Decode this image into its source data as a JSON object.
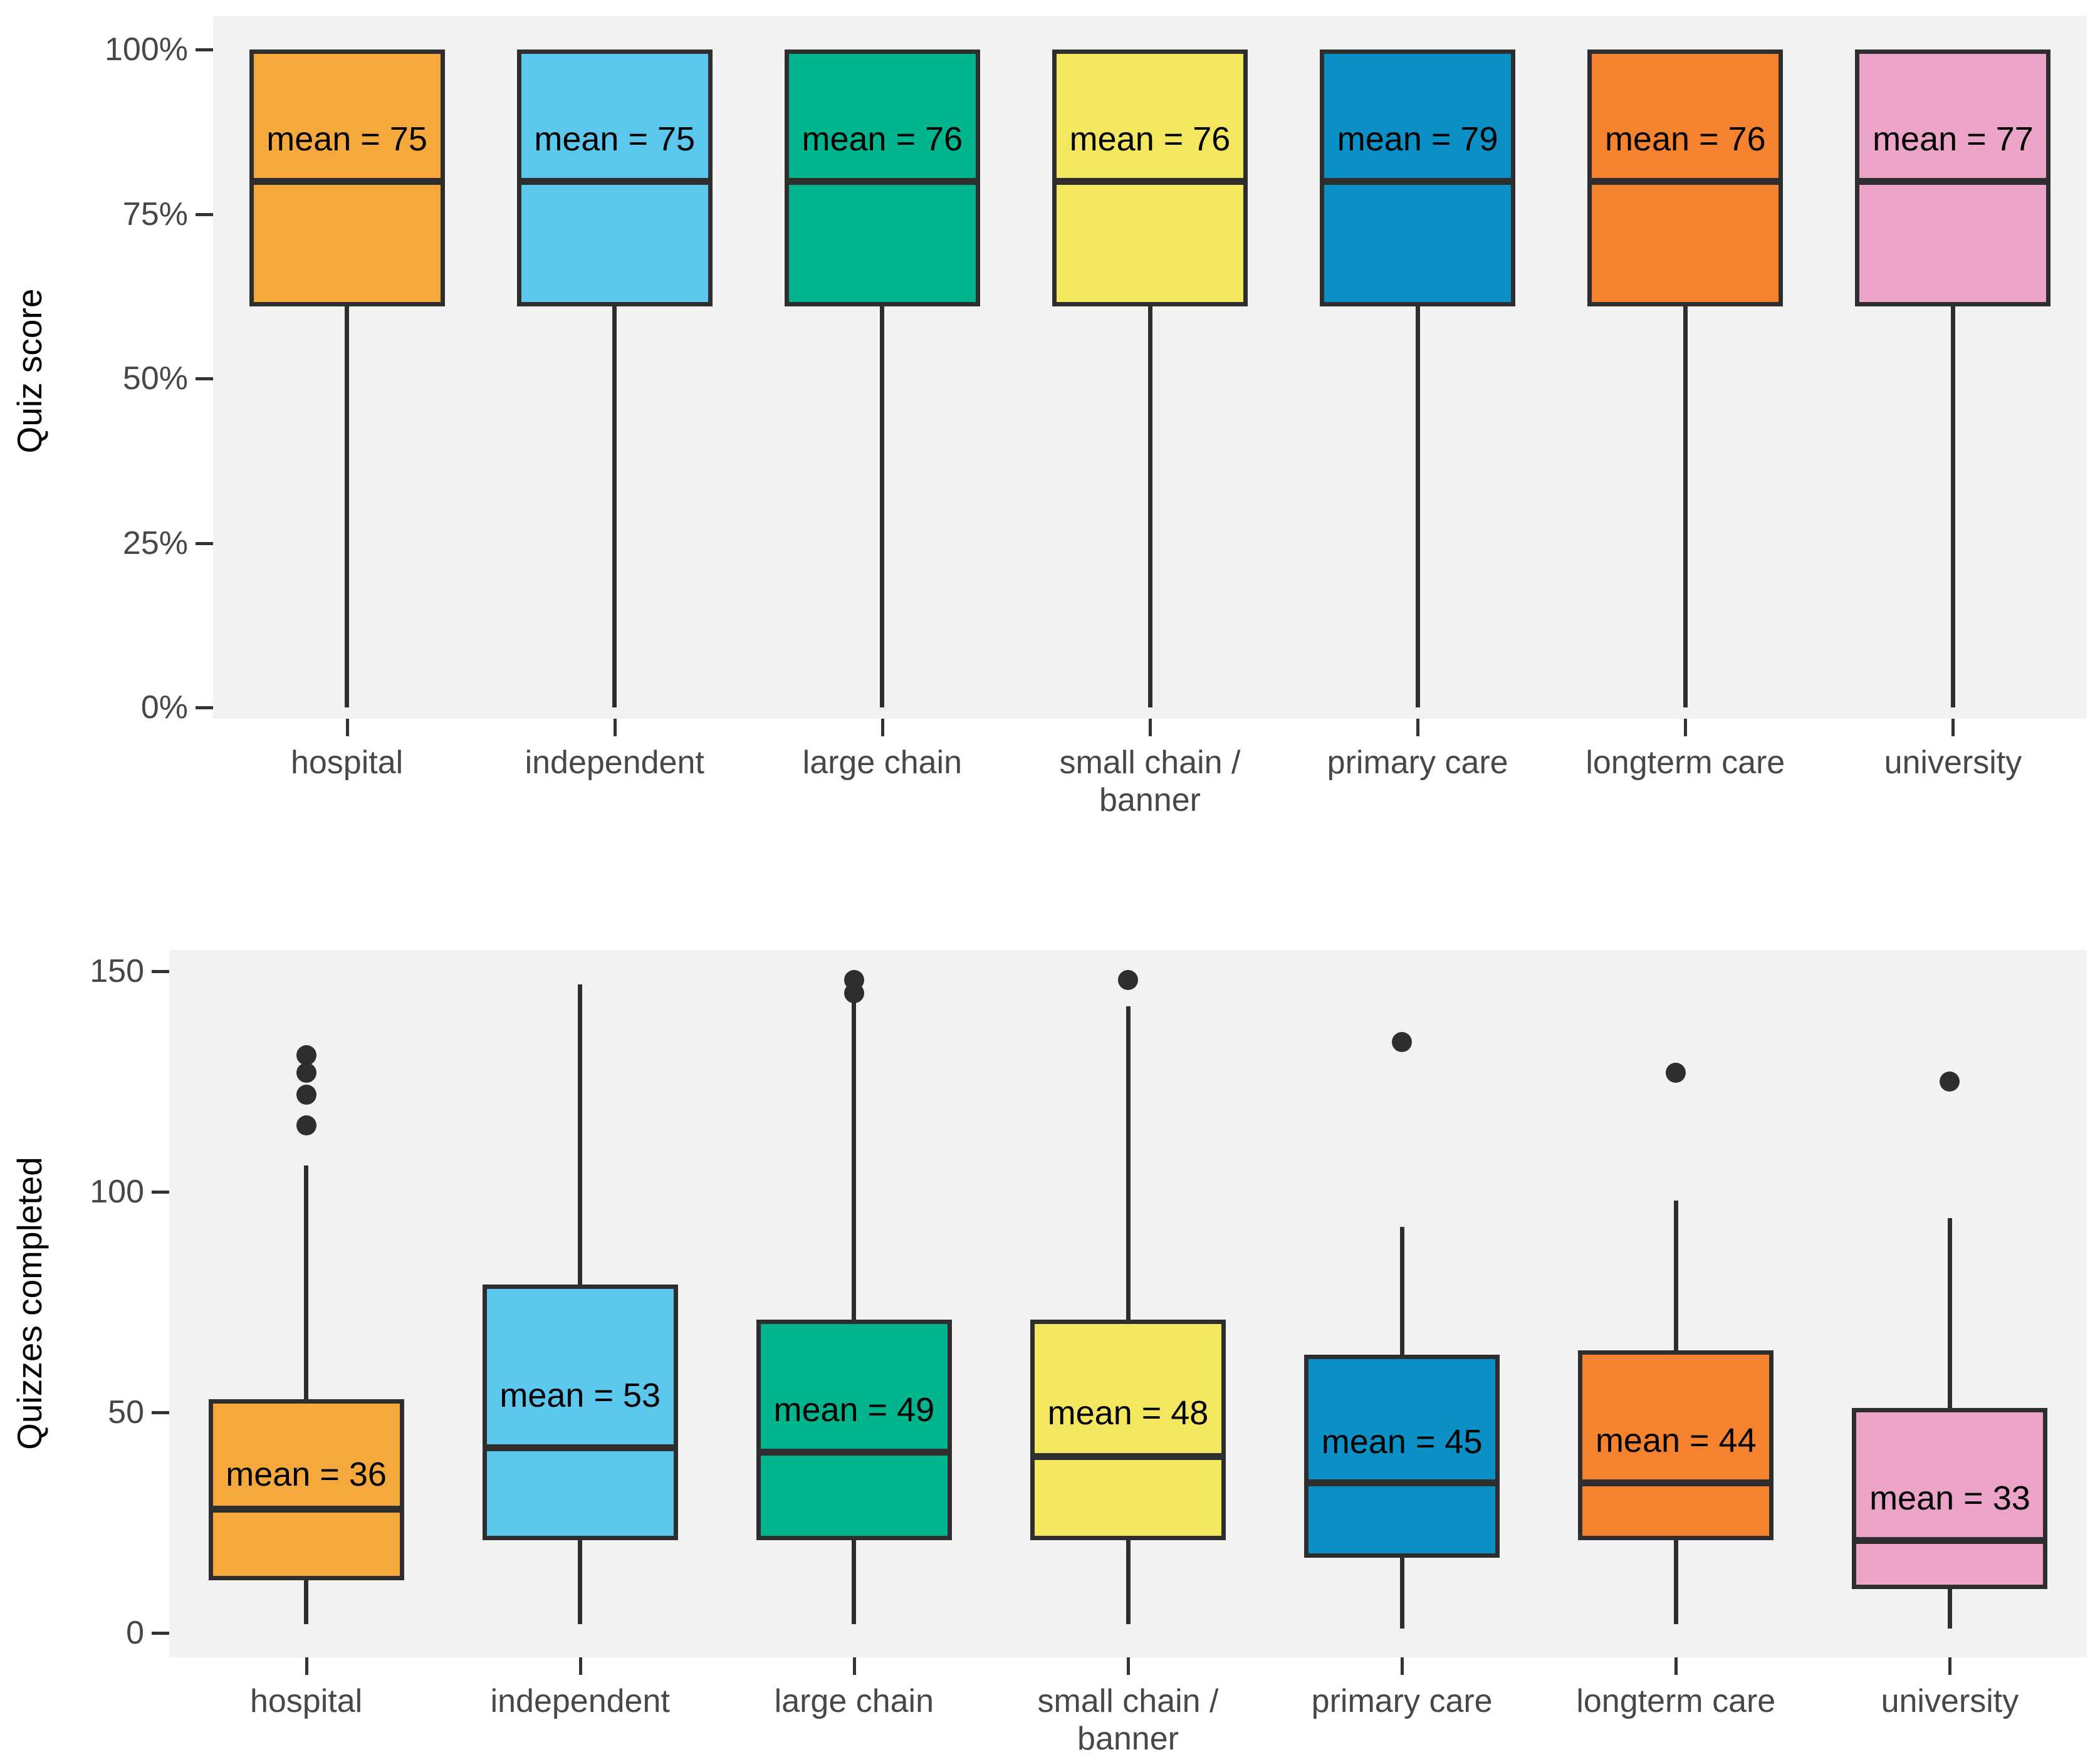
{
  "figure": {
    "background": "#ffffff",
    "panel_background": "#F2F2F2",
    "box_outline_color": "#2E2E2E",
    "axis_text_color": "#474747"
  },
  "chart_data": [
    {
      "type": "box",
      "title": "",
      "xlabel": "",
      "ylabel": "Quiz score",
      "ylim": [
        0,
        100
      ],
      "grid": "off",
      "legend": "none",
      "yticks": [
        {
          "label": "100%",
          "value": 100
        },
        {
          "label": "75%",
          "value": 75
        },
        {
          "label": "50%",
          "value": 50
        },
        {
          "label": "25%",
          "value": 25
        },
        {
          "label": "0%",
          "value": 0
        }
      ],
      "categories": [
        "hospital",
        "independent",
        "large chain",
        "small chain / banner",
        "primary care",
        "longterm care",
        "university"
      ],
      "groups": [
        {
          "category": "hospital",
          "color": "#F5A83C",
          "mean": 75,
          "mean_label": "mean = 75",
          "whisker_low": 0,
          "q1": 61,
          "median": 80,
          "q3": 100,
          "whisker_high": 100,
          "outliers": []
        },
        {
          "category": "independent",
          "color": "#5BC7EC",
          "mean": 75,
          "mean_label": "mean = 75",
          "whisker_low": 0,
          "q1": 61,
          "median": 80,
          "q3": 100,
          "whisker_high": 100,
          "outliers": []
        },
        {
          "category": "large chain",
          "color": "#00B48D",
          "mean": 76,
          "mean_label": "mean = 76",
          "whisker_low": 0,
          "q1": 61,
          "median": 80,
          "q3": 100,
          "whisker_high": 100,
          "outliers": []
        },
        {
          "category": "small chain / banner",
          "color": "#F2E75F",
          "mean": 76,
          "mean_label": "mean = 76",
          "whisker_low": 0,
          "q1": 61,
          "median": 80,
          "q3": 100,
          "whisker_high": 100,
          "outliers": []
        },
        {
          "category": "primary care",
          "color": "#0B90C5",
          "mean": 79,
          "mean_label": "mean = 79",
          "whisker_low": 0,
          "q1": 61,
          "median": 80,
          "q3": 100,
          "whisker_high": 100,
          "outliers": []
        },
        {
          "category": "longterm care",
          "color": "#F5822E",
          "mean": 76,
          "mean_label": "mean = 76",
          "whisker_low": 0,
          "q1": 61,
          "median": 80,
          "q3": 100,
          "whisker_high": 100,
          "outliers": []
        },
        {
          "category": "university",
          "color": "#ECA3C8",
          "mean": 77,
          "mean_label": "mean = 77",
          "whisker_low": 0,
          "q1": 61,
          "median": 80,
          "q3": 100,
          "whisker_high": 100,
          "outliers": []
        }
      ]
    },
    {
      "type": "box",
      "title": "",
      "xlabel": "",
      "ylabel": "Quizzes completed",
      "ylim": [
        0,
        150
      ],
      "grid": "off",
      "legend": "none",
      "yticks": [
        {
          "label": "150",
          "value": 150
        },
        {
          "label": "100",
          "value": 100
        },
        {
          "label": "50",
          "value": 50
        },
        {
          "label": "0",
          "value": 0
        }
      ],
      "categories": [
        "hospital",
        "independent",
        "large chain",
        "small chain / banner",
        "primary care",
        "longterm care",
        "university"
      ],
      "groups": [
        {
          "category": "hospital",
          "color": "#F5A83C",
          "mean": 36,
          "mean_label": "mean = 36",
          "whisker_low": 2,
          "q1": 12,
          "median": 28,
          "q3": 53,
          "whisker_high": 106,
          "outliers": [
            131,
            127,
            122,
            115
          ]
        },
        {
          "category": "independent",
          "color": "#5BC7EC",
          "mean": 53,
          "mean_label": "mean = 53",
          "whisker_low": 2,
          "q1": 21,
          "median": 42,
          "q3": 79,
          "whisker_high": 147,
          "outliers": []
        },
        {
          "category": "large chain",
          "color": "#00B48D",
          "mean": 49,
          "mean_label": "mean = 49",
          "whisker_low": 2,
          "q1": 21,
          "median": 41,
          "q3": 71,
          "whisker_high": 143,
          "outliers": [
            148,
            145
          ]
        },
        {
          "category": "small chain / banner",
          "color": "#F2E75F",
          "mean": 48,
          "mean_label": "mean = 48",
          "whisker_low": 2,
          "q1": 21,
          "median": 40,
          "q3": 71,
          "whisker_high": 142,
          "outliers": [
            148
          ]
        },
        {
          "category": "primary care",
          "color": "#0B90C5",
          "mean": 45,
          "mean_label": "mean = 45",
          "whisker_low": 1,
          "q1": 17,
          "median": 34,
          "q3": 63,
          "whisker_high": 92,
          "outliers": [
            134
          ]
        },
        {
          "category": "longterm care",
          "color": "#F5822E",
          "mean": 44,
          "mean_label": "mean = 44",
          "whisker_low": 2,
          "q1": 21,
          "median": 34,
          "q3": 64,
          "whisker_high": 98,
          "outliers": [
            127
          ]
        },
        {
          "category": "university",
          "color": "#ECA3C8",
          "mean": 33,
          "mean_label": "mean = 33",
          "whisker_low": 1,
          "q1": 10,
          "median": 21,
          "q3": 51,
          "whisker_high": 94,
          "outliers": [
            125
          ]
        }
      ]
    }
  ]
}
